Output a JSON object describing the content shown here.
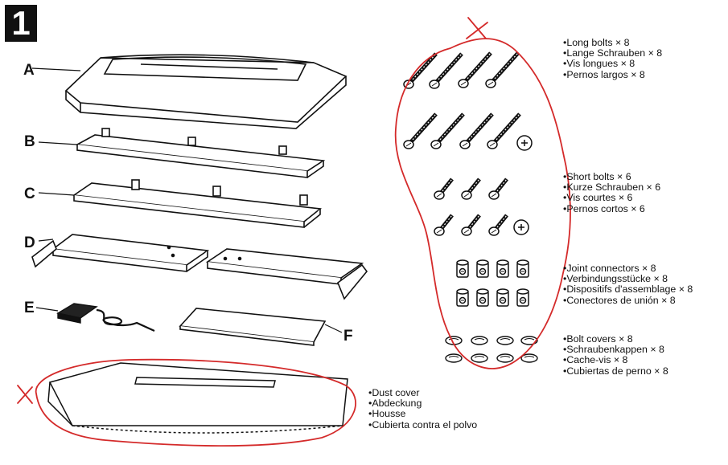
{
  "step": {
    "number": "1"
  },
  "parts": {
    "a": "A",
    "b": "B",
    "c": "C",
    "d": "D",
    "e": "E",
    "f": "F"
  },
  "hardware": {
    "long_bolts": [
      "•Long bolts × 8",
      "•Lange Schrauben × 8",
      "•Vis longues × 8",
      "•Pernos largos × 8"
    ],
    "short_bolts": [
      "•Short bolts × 6",
      "•Kurze Schrauben × 6",
      "•Vis courtes × 6",
      "•Pernos cortos × 6"
    ],
    "joint_connectors": [
      "•Joint connectors × 8",
      "•Verbindungsstücke × 8",
      "•Dispositifs d'assemblage × 8",
      "•Conectores de unión × 8"
    ],
    "bolt_covers": [
      "•Bolt covers × 8",
      "•Schraubenkappen × 8",
      "•Cache-vis × 8",
      "•Cubiertas de perno × 8"
    ],
    "dust_cover": [
      "•Dust cover",
      "•Abdeckung",
      "•Housse",
      "•Cubierta contra el polvo"
    ]
  },
  "annotations": {
    "cross_mark": "X",
    "cross_mark_2": "X",
    "ink_color": "#d42a2a"
  }
}
